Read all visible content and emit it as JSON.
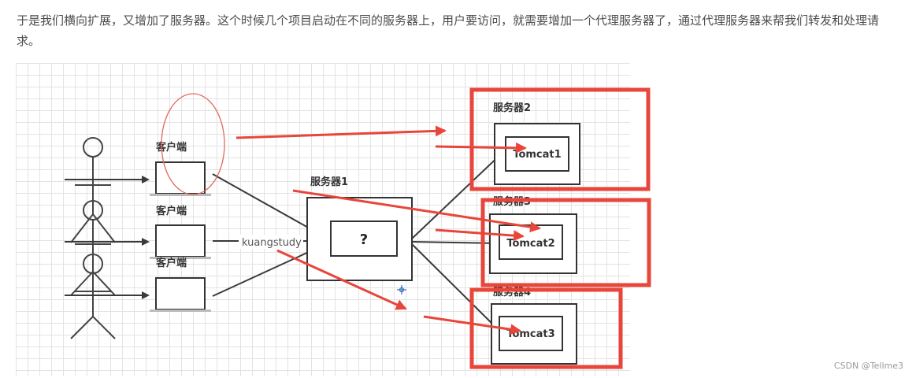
{
  "article": {
    "intro_text": "于是我们横向扩展，又增加了服务器。这个时候几个项目启动在不同的服务器上，用户要访问，就需要增加一个代理服务器了，通过代理服务器来帮我们转发和处理请求。"
  },
  "diagram": {
    "client_label": "客户端",
    "proxy_label": "服务器1",
    "proxy_inner": "?",
    "kuang_label": "kuangstudy",
    "servers": [
      {
        "label": "服务器2",
        "app": "Tomcat1"
      },
      {
        "label": "服务器3",
        "app": "Tomcat2"
      },
      {
        "label": "服务器4",
        "app": "Tomcat3"
      }
    ],
    "colors": {
      "annotation": "#e8463a",
      "line": "#3a3a3a"
    }
  },
  "watermark": "CSDN @Tellme3"
}
